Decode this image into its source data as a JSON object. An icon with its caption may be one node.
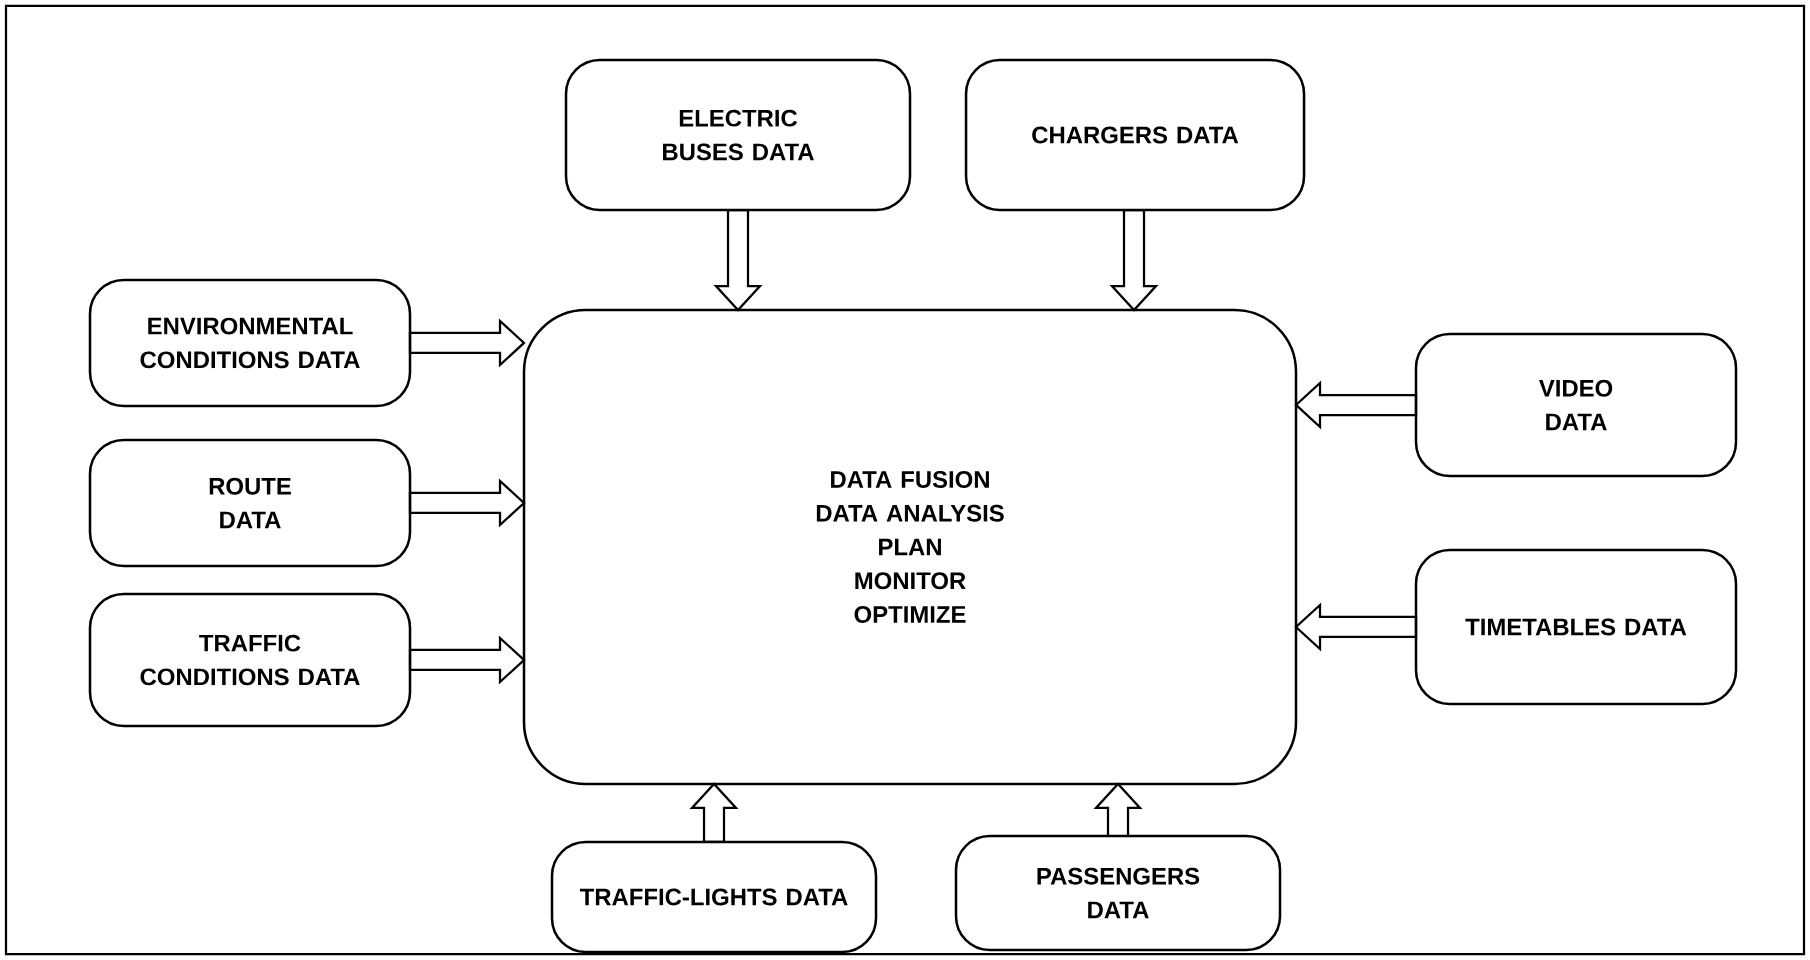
{
  "diagram": {
    "nodes": [
      {
        "text": [
          "ELECTRIC BUSES DATA"
        ]
      },
      {
        "text": [
          "CHARGERS DATA"
        ]
      },
      {
        "text": [
          "ENVIRONMENTAL CONDITIONS DATA"
        ]
      },
      {
        "text": [
          "DATA FUSION",
          "DATA ANALYSIS",
          "PLAN",
          "MONITOR",
          "OPTIMIZE"
        ]
      },
      {
        "text": [
          "VIDEO DATA"
        ]
      },
      {
        "text": [
          "ROUTE DATA"
        ]
      },
      {
        "text": [
          "TIMETABLES DATA"
        ]
      },
      {
        "text": [
          "TRAFFIC CONDITIONS DATA"
        ]
      },
      {
        "text": [
          "TRAFFIC-LIGHTS DATA"
        ]
      },
      {
        "text": [
          "PASSENGERS DATA"
        ]
      }
    ],
    "edges": [
      {
        "from": 0,
        "to": 3,
        "arrow": "to"
      },
      {
        "from": 1,
        "to": 3,
        "arrow": "to"
      },
      {
        "from": 2,
        "to": 3,
        "arrow": "to"
      },
      {
        "from": 5,
        "to": 3,
        "arrow": "to"
      },
      {
        "from": 7,
        "to": 3,
        "arrow": "to"
      },
      {
        "from": 4,
        "to": 3,
        "arrow": "to"
      },
      {
        "from": 6,
        "to": 3,
        "arrow": "to"
      },
      {
        "from": 8,
        "to": 3,
        "arrow": "to"
      },
      {
        "from": 9,
        "to": 3,
        "arrow": "to"
      }
    ]
  }
}
